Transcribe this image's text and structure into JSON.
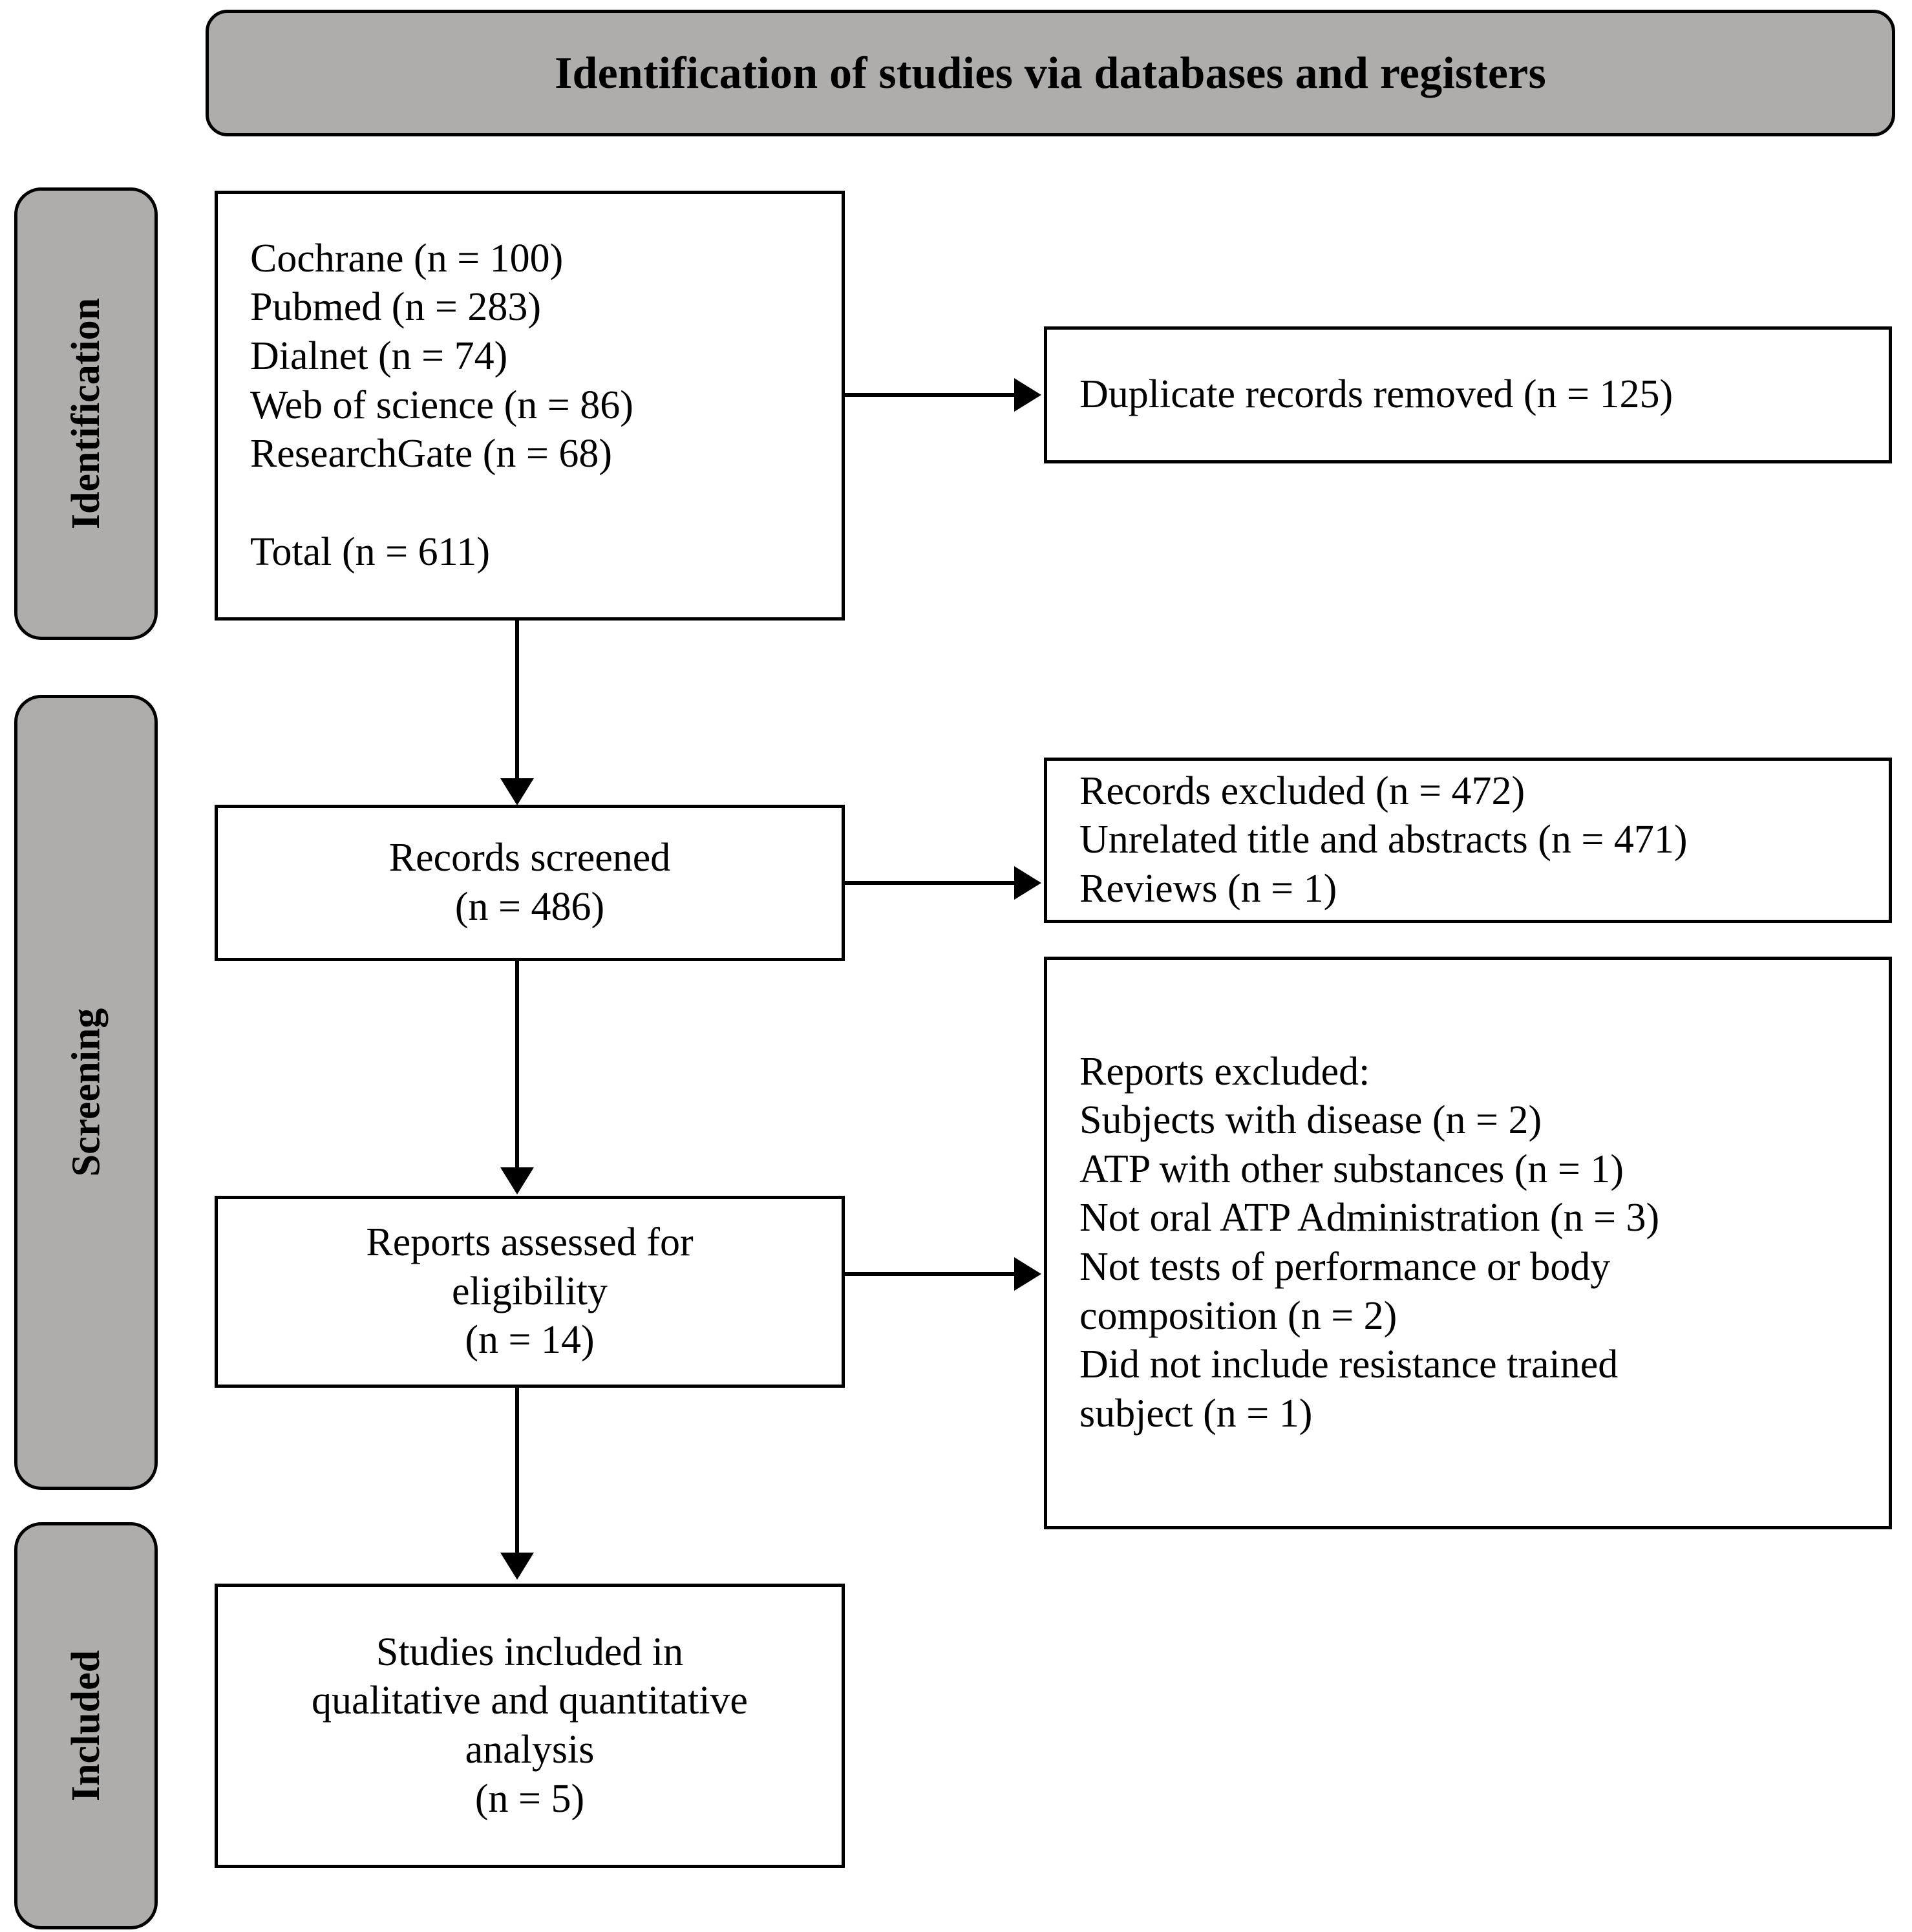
{
  "diagram": {
    "type": "prisma-flow-diagram",
    "header": {
      "title": "Identification of studies via databases and registers"
    },
    "stages": [
      {
        "id": "identification",
        "label": "Identification"
      },
      {
        "id": "screening",
        "label": "Screening"
      },
      {
        "id": "included",
        "label": "Included"
      }
    ],
    "boxes": {
      "sources": {
        "text": "Cochrane (n = 100)\nPubmed (n = 283)\nDialnet (n = 74)\nWeb of science (n = 86)\nResearchGate (n = 68)\n\nTotal (n = 611)"
      },
      "duplicates": {
        "text": "Duplicate records removed (n = 125)"
      },
      "records_screened": {
        "text": "Records screened\n(n = 486)"
      },
      "records_excluded": {
        "text": "Records excluded (n = 472)\nUnrelated title and abstracts (n = 471)\nReviews (n = 1)"
      },
      "reports_eligibility": {
        "text": "Reports assessed for\neligibility\n(n = 14)"
      },
      "reports_excluded": {
        "text": "Reports excluded:\nSubjects with disease (n = 2)\nATP with other substances (n = 1)\nNot oral ATP Administration (n = 3)\nNot tests of performance or body\ncomposition (n = 2)\nDid not include resistance trained\nsubject (n = 1)"
      },
      "studies_included": {
        "text": "Studies included in\nqualitative and quantitative\nanalysis\n(n = 5)"
      }
    },
    "counts": {
      "cochrane": 100,
      "pubmed": 283,
      "dialnet": 74,
      "web_of_science": 86,
      "researchgate": 68,
      "total_identified": 611,
      "duplicates_removed": 125,
      "records_screened": 486,
      "records_excluded": 472,
      "unrelated_title_abstracts": 471,
      "reviews_excluded": 1,
      "reports_assessed": 14,
      "excluded_subjects_with_disease": 2,
      "excluded_atp_other_substances": 1,
      "excluded_not_oral_atp": 3,
      "excluded_not_performance_or_body_composition": 2,
      "excluded_no_resistance_trained": 1,
      "studies_included": 5
    },
    "colors": {
      "stage_fill": "#afacac",
      "box_fill": "#ffffff",
      "stroke": "#000000"
    }
  }
}
